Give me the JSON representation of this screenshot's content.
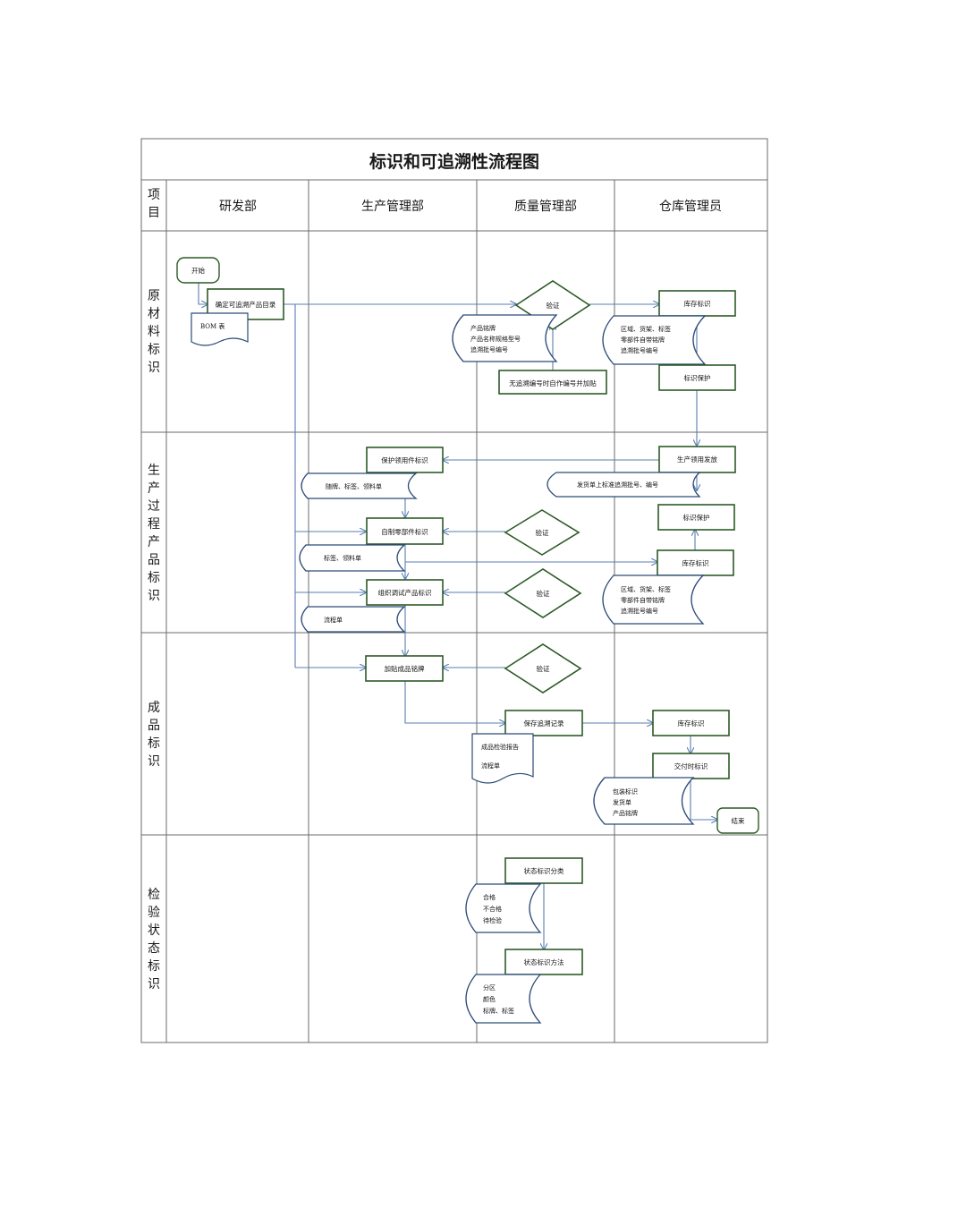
{
  "title": "标识和可追溯性流程图",
  "header": {
    "corner": "项目",
    "columns": [
      "研发部",
      "生产管理部",
      "质量管理部",
      "仓库管理员"
    ]
  },
  "rows": [
    "原材料标识",
    "生产过程产品标识",
    "成品标识",
    "检验状态标识"
  ],
  "nodes": {
    "start": "开始",
    "define_list": "确定可追溯产品目录",
    "bom": "BOM 表",
    "verify1": "验证",
    "product_label_doc": [
      "产品铭牌",
      "产品名称规格型号",
      "追溯批号编号"
    ],
    "no_trace_note": "无追溯编号时自作编号并加贴",
    "stock_label1": "库存标识",
    "area_doc1": [
      "区域、货架、标签",
      "零部件自带铭牌",
      "追溯批号编号"
    ],
    "label_protect1": "标识保护",
    "issue": "生产领用发放",
    "protect_issued": "保护领用件标识",
    "tag_doc": "随牌、标签、领料单",
    "shipping_doc": "发货单上标准追溯批号、编号",
    "label_protect2": "标识保护",
    "self_parts": "自制零部件标识",
    "verify2": "验证",
    "label_doc2": "标签、领料单",
    "stock_label2": "库存标识",
    "assembly": "组织调试产品标识",
    "verify3": "验证",
    "area_doc2": [
      "区域、货架、标签",
      "零部件自带铭牌",
      "追溯批号编号"
    ],
    "process_doc": "流程单",
    "finished_plate": "加贴成品铭牌",
    "verify4": "验证",
    "keep_record": "保存追溯记录",
    "stock_label3": "库存标识",
    "inspection_doc": [
      "成品检验报告",
      "流程单"
    ],
    "delivery_label": "交付时标识",
    "package_doc": [
      "包装标识",
      "发货单",
      "产品铭牌"
    ],
    "end": "结束",
    "status_class": "状态标识分类",
    "status_doc": [
      "合格",
      "不合格",
      "待检验"
    ],
    "status_method": "状态标识方法",
    "method_doc": [
      "分区",
      "颜色",
      "标牌、标签"
    ]
  }
}
